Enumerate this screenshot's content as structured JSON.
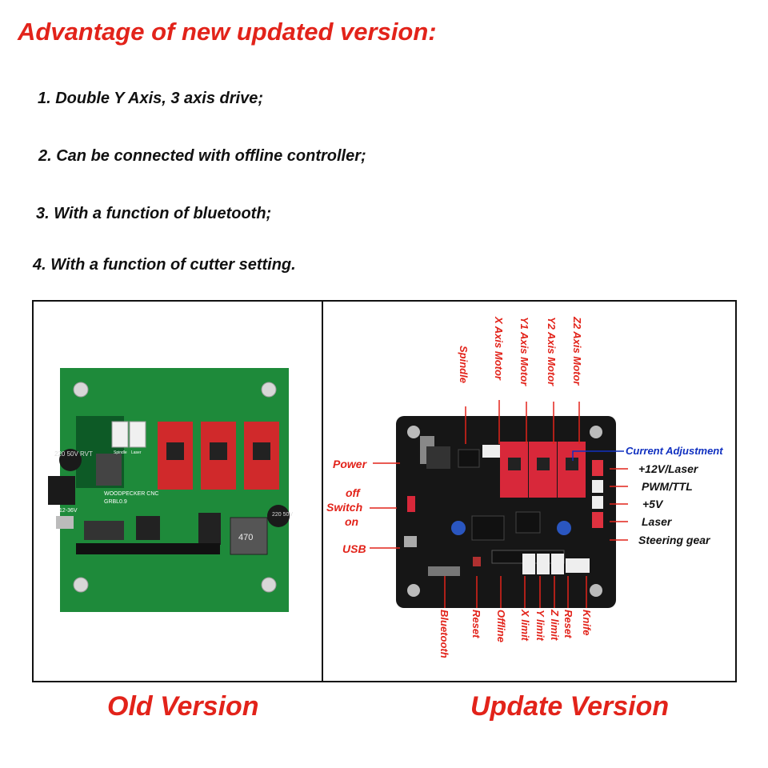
{
  "title": "Advantage of new updated version:",
  "features": [
    "1. Double Y Axis, 3 axis drive;",
    "2. Can be connected with offline controller;",
    "3. With a function of bluetooth;",
    "4. With a function of cutter setting."
  ],
  "old_board": {
    "silk": "WOODPECKER CNC",
    "silk2": "GRBL0.9",
    "voltage": "12-36V",
    "cap1": "220 50V RVT",
    "cap2": "220 50V",
    "inductor": "470",
    "labels": [
      "Spindle",
      "Laser"
    ]
  },
  "new_board": {
    "top_labels": [
      "Spindle",
      "X Axis Motor",
      "Y1 Axis Motor",
      "Y2 Axis Motor",
      "Z2 Axis Motor"
    ],
    "left_labels": [
      "Power",
      "off",
      "Switch",
      "on",
      "USB"
    ],
    "current_adjustment": "Current Adjustment",
    "right_labels": [
      "+12V/Laser",
      "PWM/TTL",
      "+5V",
      "Laser",
      "Steering gear"
    ],
    "bottom_labels": [
      "Bluetooth",
      "Reset",
      "Offline",
      "X limit",
      "Y limit",
      "Z limit",
      "Reset",
      "Knife"
    ]
  },
  "captions": {
    "old": "Old Version",
    "new": "Update Version"
  },
  "colors": {
    "accent": "#e2231a",
    "pcb_green": "#1e8a3a",
    "pcb_black": "#161616",
    "blue": "#1030c0"
  }
}
